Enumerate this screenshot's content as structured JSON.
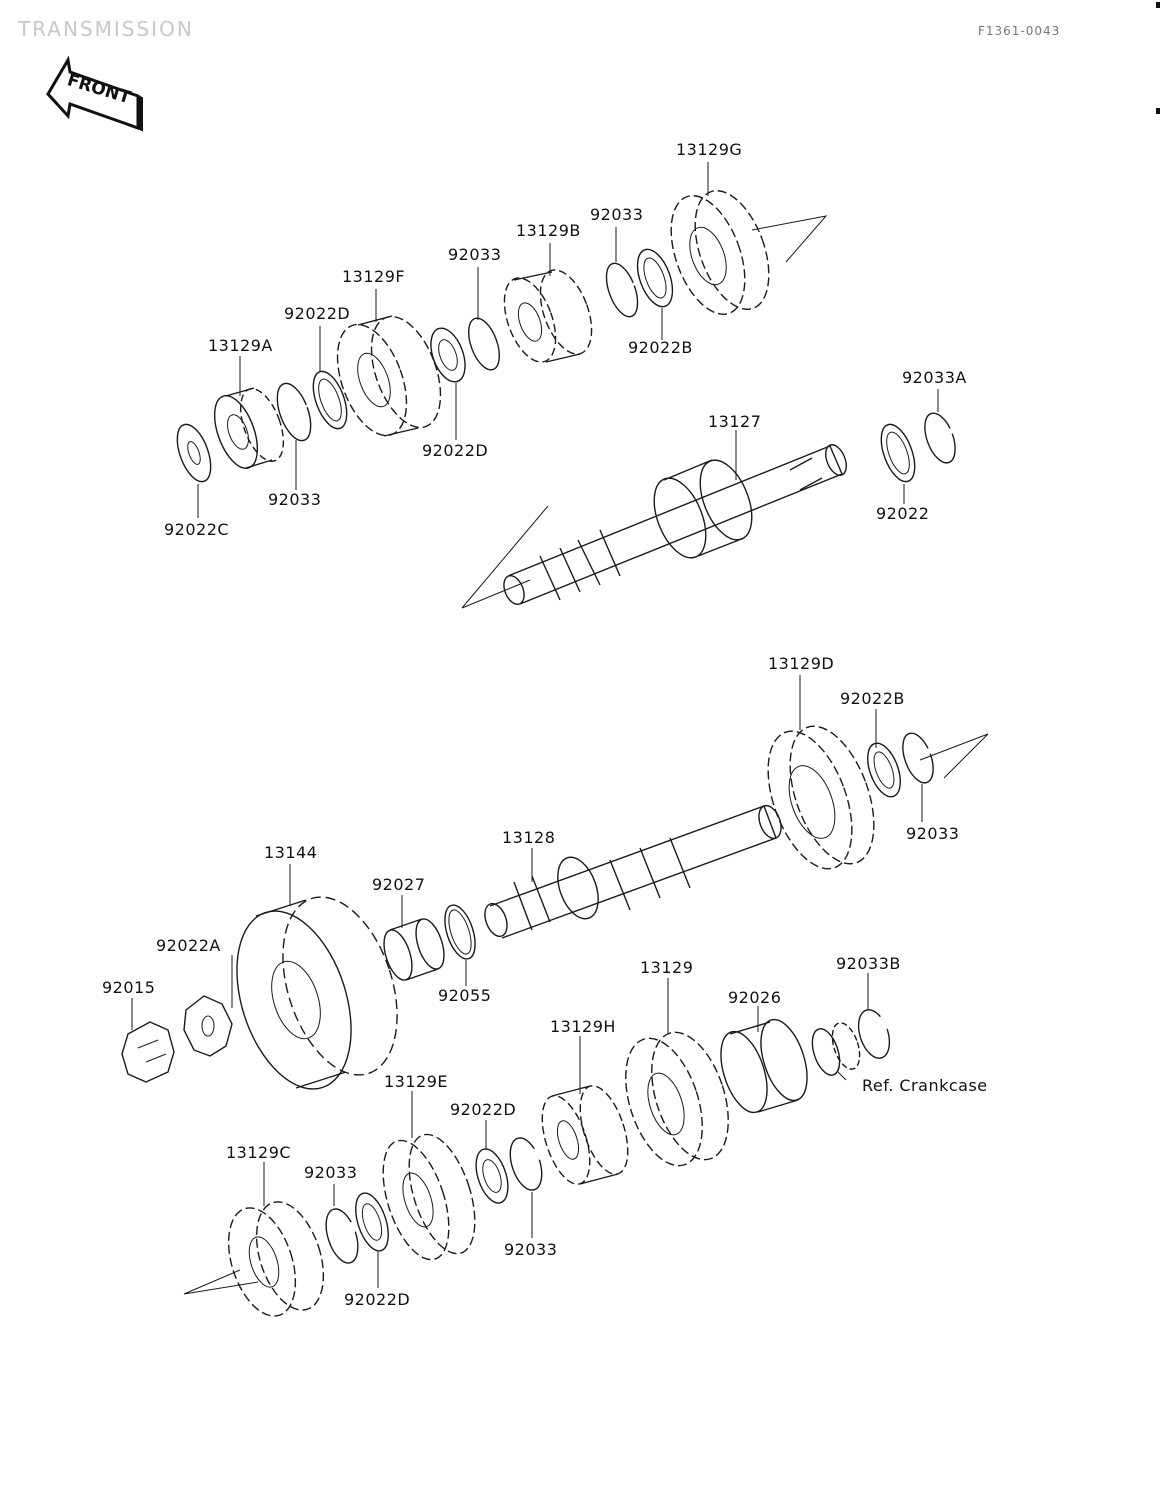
{
  "header": {
    "title": "TRANSMISSION",
    "code": "F1361-0043",
    "front_label": "FRONT"
  },
  "labels": {
    "p13129G_top": "13129G",
    "p92033_a": "92033",
    "p13129B": "13129B",
    "p92033_b": "92033",
    "p13129F": "13129F",
    "p92022D_a": "92022D",
    "p13129A": "13129A",
    "p92022B_a": "92022B",
    "p92022D_b": "92022D",
    "p92033_c": "92033",
    "p92022C": "92022C",
    "p92033A": "92033A",
    "p13127": "13127",
    "p92022": "92022",
    "p13129D": "13129D",
    "p92022B_b": "92022B",
    "p92033_d": "92033",
    "p13128": "13128",
    "p13144": "13144",
    "p92027": "92027",
    "p92022A": "92022A",
    "p92015": "92015",
    "p92055": "92055",
    "p13129": "13129",
    "p92033B": "92033B",
    "p92026": "92026",
    "p13129H": "13129H",
    "ref_crankcase": "Ref. Crankcase",
    "p13129E": "13129E",
    "p92022D_c": "92022D",
    "p13129C": "13129C",
    "p92033_e": "92033",
    "p92033_f": "92033",
    "p92022D_d": "92022D"
  }
}
